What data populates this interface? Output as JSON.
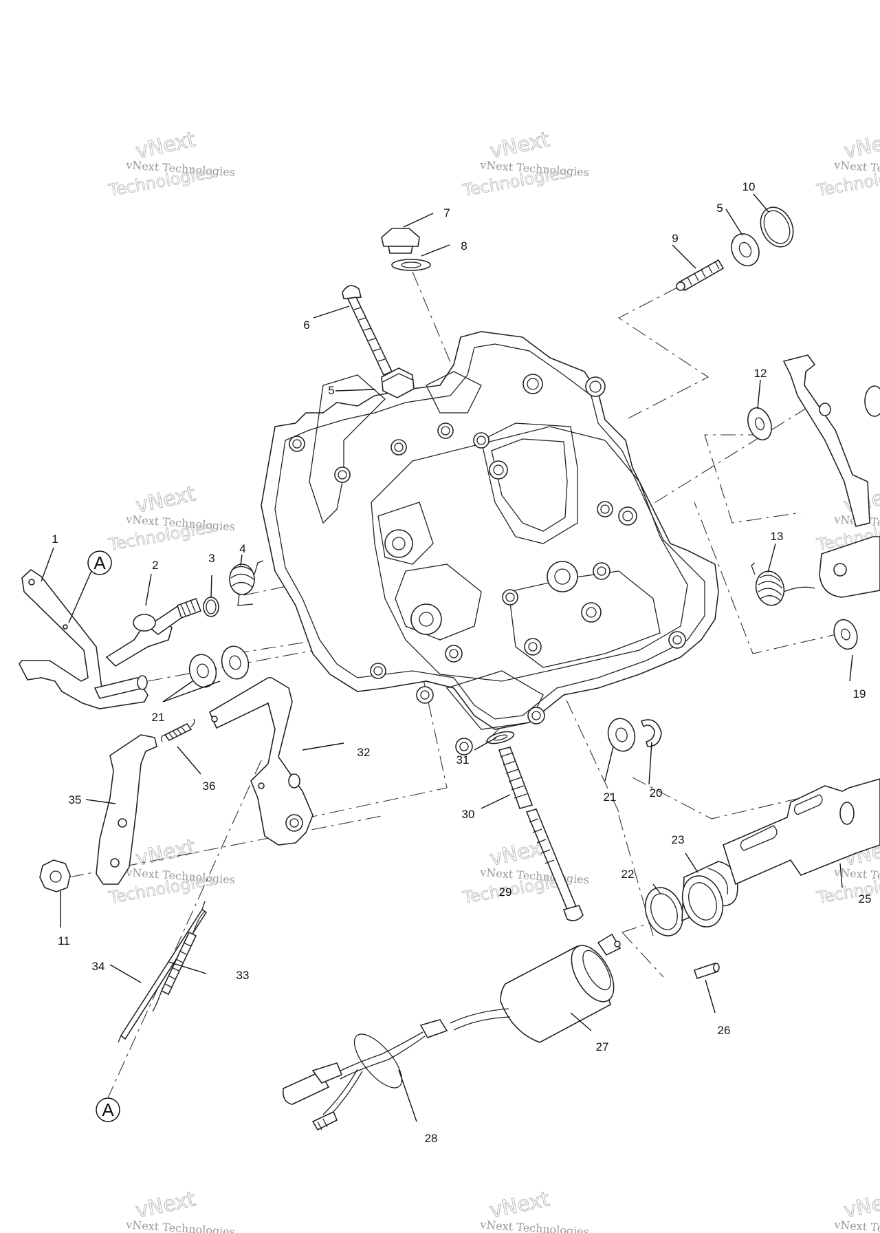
{
  "diagram": {
    "callouts": [
      "1",
      "2",
      "3",
      "4",
      "5",
      "6",
      "7",
      "8",
      "9",
      "10",
      "5",
      "12",
      "13",
      "19",
      "20",
      "21",
      "21",
      "22",
      "23",
      "25",
      "26",
      "27",
      "28",
      "29",
      "30",
      "31",
      "32",
      "33",
      "34",
      "35",
      "36",
      "11"
    ],
    "reference_marks": [
      "A",
      "A"
    ],
    "watermark": {
      "line1": "vNext Technologies",
      "line2": "vNext",
      "line3": "Technologies"
    },
    "colors": {
      "line": "#222222",
      "background": "#ffffff",
      "watermark": "#9a9a9a"
    }
  }
}
